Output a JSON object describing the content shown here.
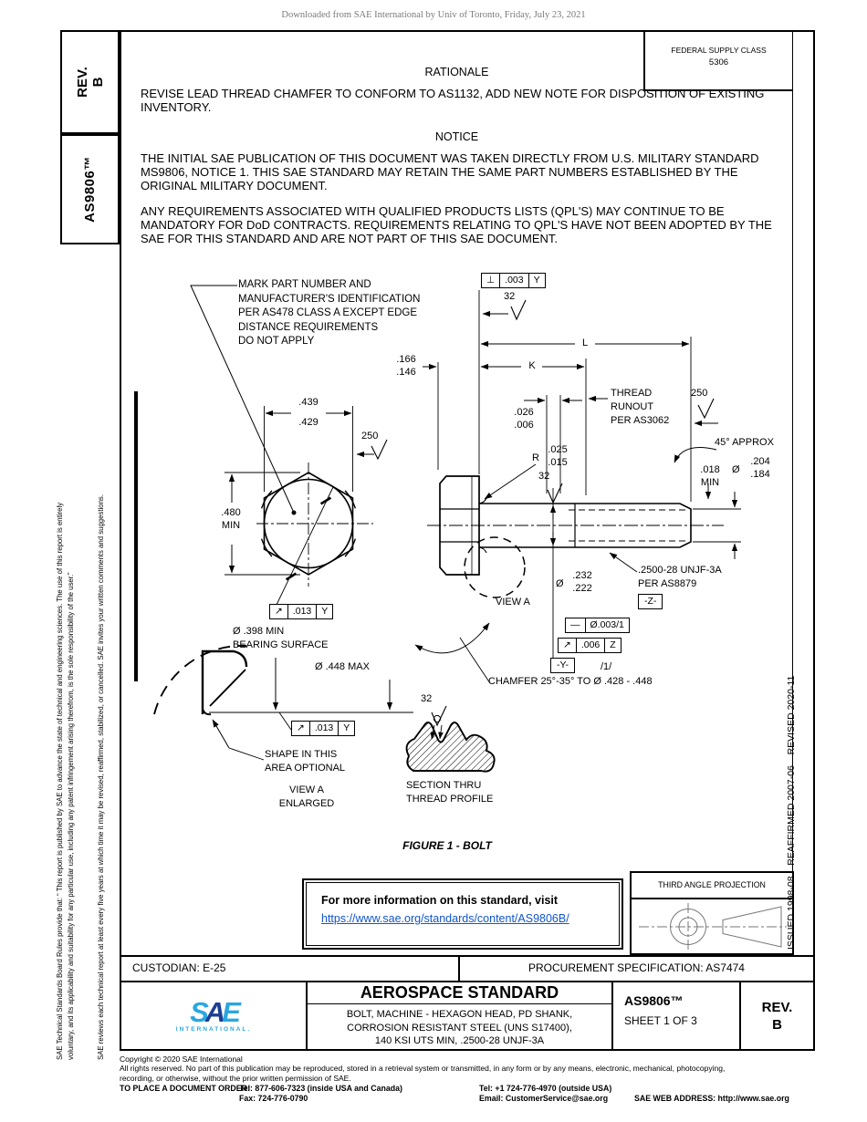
{
  "page": {
    "downloaded_note": "Downloaded from SAE International by Univ of Toronto, Friday, July 23, 2021"
  },
  "sidebar": {
    "rev_tab": "REV.\nB",
    "doc_tab": "AS9806™",
    "disclaimer1": "SAE Technical Standards Board Rules provide that: “ This report is published by SAE to advance the state of technical and engineering sciences. The use of this report is entirely\nvoluntary, and its applicability and suitability for any particular use, including any patent infringement arising therefrom, is the sole responsibility of the user.”",
    "disclaimer2": "SAE reviews each technical report at least every five years at which time it may be revised, reaffirmed, stabilized, or cancelled. SAE invites your written comments and suggestions."
  },
  "header": {
    "fsc_label": "FEDERAL SUPPLY CLASS",
    "fsc_code": "5306",
    "rationale_title": "RATIONALE",
    "rationale_text": "REVISE LEAD THREAD CHAMFER TO CONFORM TO AS1132, ADD NEW NOTE FOR DISPOSITION OF EXISTING\nINVENTORY.",
    "notice_title": "NOTICE",
    "notice_p1": "THE INITIAL SAE PUBLICATION OF THIS DOCUMENT WAS TAKEN DIRECTLY FROM U.S. MILITARY STANDARD\nMS9806, NOTICE 1. THIS SAE STANDARD MAY RETAIN THE SAME PART NUMBERS ESTABLISHED BY THE\nORIGINAL MILITARY DOCUMENT.",
    "notice_p2": "ANY REQUIREMENTS ASSOCIATED WITH QUALIFIED PRODUCTS LISTS (QPL'S) MAY CONTINUE TO BE\nMANDATORY FOR DoD CONTRACTS. REQUIREMENTS RELATING TO QPL'S HAVE NOT BEEN ADOPTED BY THE\nSAE FOR THIS STANDARD AND ARE NOT PART OF THIS SAE DOCUMENT."
  },
  "right_strip": {
    "history": "ISSUED 1998-08    REAFFIRMED 2007-06    REVISED 2020-11"
  },
  "drawing": {
    "mark_note": "MARK PART NUMBER AND\nMANUFACTURER'S IDENTIFICATION\nPER AS478 CLASS A EXCEPT EDGE\nDISTANCE REQUIREMENTS\nDO NOT APPLY",
    "finish_32": "32",
    "finish_250": "250",
    "fcf_perp": {
      "sym": "⊥",
      "tol": ".003",
      "datum": "Y"
    },
    "dim_L": "L",
    "dim_K": "K",
    "head_height": ".166\n.146",
    "runout_len": ".026\n.006",
    "thread_runout_note": "THREAD\nRUNOUT\nPER AS3062",
    "approx_45": "45° APPROX",
    "fillet_r": "R",
    "fillet_vals": ".025\n.015",
    "end_len": ".018\nMIN",
    "dia_sym": "Ø",
    "end_dia": ".204\n.184",
    "wf_upper": ".439",
    "wf_lower": ".429",
    "corners": ".480\nMIN",
    "fcf_runout_013": {
      "sym": "↗",
      "tol": ".013",
      "datum": "Y"
    },
    "view_a": "VIEW A",
    "thread_spec": ".2500-28 UNJF-3A\nPER AS8879",
    "datum_z": "-Z-",
    "fcf_straight": {
      "sym": "—",
      "tol": "Ø.003/1"
    },
    "fcf_runout_006": {
      "sym": "↗",
      "tol": ".006",
      "datum": "Z"
    },
    "datum_y": "-Y-",
    "per_inch": "/1/",
    "pitch_dia": ".232\n.222",
    "chamfer_note": "CHAMFER 25°-35° TO Ø .428 - .448",
    "bearing_note": "Ø .398 MIN\nBEARING SURFACE",
    "max_dia": "Ø .448 MAX",
    "shape_note": "SHAPE IN THIS\nAREA OPTIONAL",
    "view_a_enlarged": "VIEW A\nENLARGED",
    "section_note": "SECTION THRU\nTHREAD PROFILE",
    "figure_caption": "FIGURE 1 - BOLT"
  },
  "info_box": {
    "line1": "For more information on this standard, visit",
    "link": "https://www.sae.org/standards/content/AS9806B/"
  },
  "projection": {
    "title": "THIRD ANGLE PROJECTION"
  },
  "footer_bar": {
    "custodian": "CUSTODIAN: E-25",
    "procurement": "PROCUREMENT SPECIFICATION: AS7474"
  },
  "title_block": {
    "logo_s": "S",
    "logo_a": "A",
    "logo_e": "E",
    "logo_sub": "INTERNATIONAL.",
    "heading": "AEROSPACE STANDARD",
    "description": "BOLT, MACHINE - HEXAGON HEAD, PD SHANK,\nCORROSION RESISTANT STEEL (UNS S17400),\n140 KSI UTS MIN, .2500-28 UNJF-3A",
    "doc_number": "AS9806™",
    "sheet": "SHEET 1 OF 3",
    "rev_label": "REV.",
    "rev_value": "B",
    "brand_light": "#2BA7DF",
    "brand_dark": "#1C3F94"
  },
  "copyright": {
    "line1": "Copyright © 2020 SAE International",
    "line2": "All rights reserved. No part of this publication may be reproduced, stored in a retrieval system or transmitted, in any form or by any means, electronic, mechanical, photocopying,\nrecording, or otherwise, without the prior written permission of SAE.",
    "order_label": "TO PLACE A DOCUMENT ORDER:",
    "tel_inside": "Tel: 877-606-7323 (inside USA and Canada)",
    "tel_outside": "Tel: +1 724-776-4970 (outside USA)",
    "fax": "Fax: 724-776-0790",
    "email": "Email: CustomerService@sae.org",
    "web": "SAE WEB ADDRESS: http://www.sae.org"
  }
}
